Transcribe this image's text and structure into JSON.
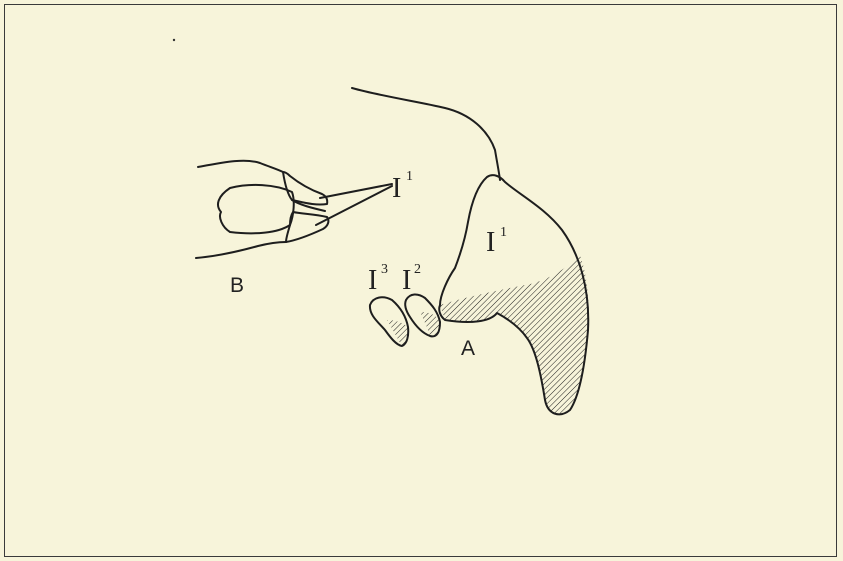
{
  "figure": {
    "view_a_label": "A",
    "view_b_label": "B",
    "incisors": {
      "i1_label": "I",
      "i1_sup": "1",
      "i2_label": "I",
      "i2_sup": "2",
      "i3_label": "I",
      "i3_sup": "3"
    },
    "view_b_pointer_label": "I",
    "view_b_pointer_sup": "1"
  },
  "colors": {
    "paper": "#f7f4da",
    "ink": "#1e1e1e"
  }
}
